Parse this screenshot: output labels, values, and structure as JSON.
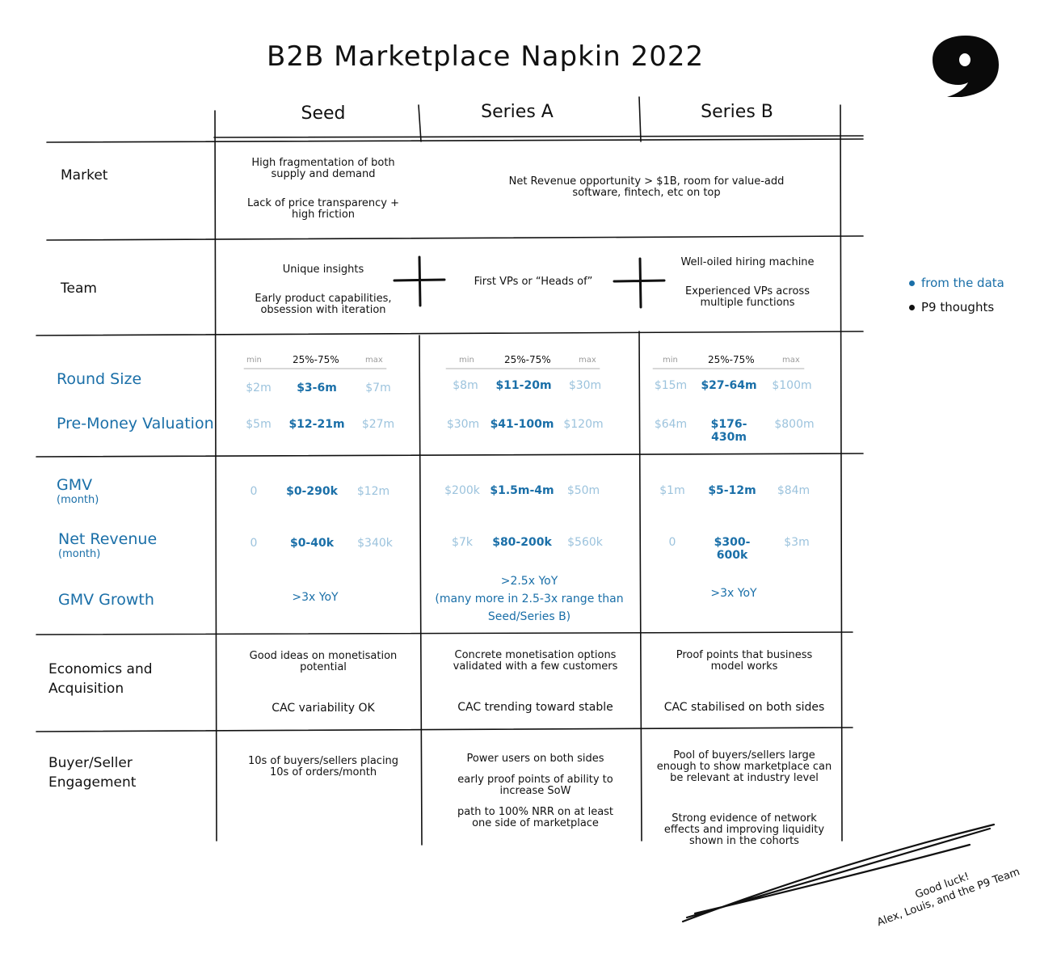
{
  "title": "B2B Marketplace Napkin 2022",
  "logo": {
    "icon": "p9-logo-icon"
  },
  "columns": [
    "Seed",
    "Series A",
    "Series B"
  ],
  "legend": [
    {
      "label": "from the data",
      "color": "#1a6fa8"
    },
    {
      "label": "P9 thoughts",
      "color": "#111111"
    }
  ],
  "rows": {
    "market": {
      "label": "Market",
      "seed": [
        "High fragmentation of both supply and demand",
        "Lack of price transparency + high friction"
      ],
      "series_ab": "Net Revenue opportunity > $1B, room for value-add software, fintech, etc on top"
    },
    "team": {
      "label": "Team",
      "seed": [
        "Unique insights",
        "Early product capabilities, obsession with iteration"
      ],
      "series_a": "First VPs or “Heads of”",
      "series_b": [
        "Well-oiled hiring machine",
        "Experienced VPs across multiple functions"
      ]
    },
    "round": {
      "label_round": "Round Size",
      "label_valuation": "Pre-Money Valuation",
      "headers": {
        "min": "min",
        "mid": "25%-75%",
        "max": "max"
      },
      "seed": {
        "round": [
          "$2m",
          "$3-6m",
          "$7m"
        ],
        "valuation": [
          "$5m",
          "$12-21m",
          "$27m"
        ]
      },
      "series_a": {
        "round": [
          "$8m",
          "$11-20m",
          "$30m"
        ],
        "valuation": [
          "$30m",
          "$41-100m",
          "$120m"
        ]
      },
      "series_b": {
        "round": [
          "$15m",
          "$27-64m",
          "$100m"
        ],
        "valuation": [
          "$64m",
          "$176-430m",
          "$800m"
        ]
      }
    },
    "gmv": {
      "label_gmv": "GMV",
      "label_gmv_sub": "(month)",
      "label_nr": "Net Revenue",
      "label_nr_sub": "(month)",
      "label_growth": "GMV Growth",
      "seed": {
        "gmv": [
          "0",
          "$0-290k",
          "$12m"
        ],
        "nr": [
          "0",
          "$0-40k",
          "$340k"
        ],
        "growth": ">3x YoY"
      },
      "series_a": {
        "gmv": [
          "$200k",
          "$1.5m-4m",
          "$50m"
        ],
        "nr": [
          "$7k",
          "$80-200k",
          "$560k"
        ],
        "growth": [
          ">2.5x YoY",
          "(many more in 2.5-3x range than",
          "Seed/Series B)"
        ]
      },
      "series_b": {
        "gmv": [
          "$1m",
          "$5-12m",
          "$84m"
        ],
        "nr": [
          "0",
          "$300-600k",
          "$3m"
        ],
        "growth": ">3x YoY"
      }
    },
    "economics": {
      "label": [
        "Economics and",
        "Acquisition"
      ],
      "seed": [
        "Good ideas on monetisation potential",
        "CAC variability OK"
      ],
      "series_a": [
        "Concrete monetisation options validated with a few customers",
        "CAC trending toward stable"
      ],
      "series_b": [
        "Proof points that business model works",
        "CAC stabilised on both sides"
      ]
    },
    "engagement": {
      "label": [
        "Buyer/Seller",
        "Engagement"
      ],
      "seed": [
        "10s of buyers/sellers placing 10s of orders/month"
      ],
      "series_a": [
        "Power users on both sides",
        "early proof points of ability to increase SoW",
        "path to 100% NRR on at least one side of marketplace"
      ],
      "series_b": [
        "Pool of buyers/sellers large enough to show marketplace can be relevant at industry level",
        "Strong evidence of network effects and improving liquidity shown in the cohorts"
      ]
    }
  },
  "signoff": [
    "Good luck!",
    "Alex, Louis, and the P9 Team"
  ]
}
